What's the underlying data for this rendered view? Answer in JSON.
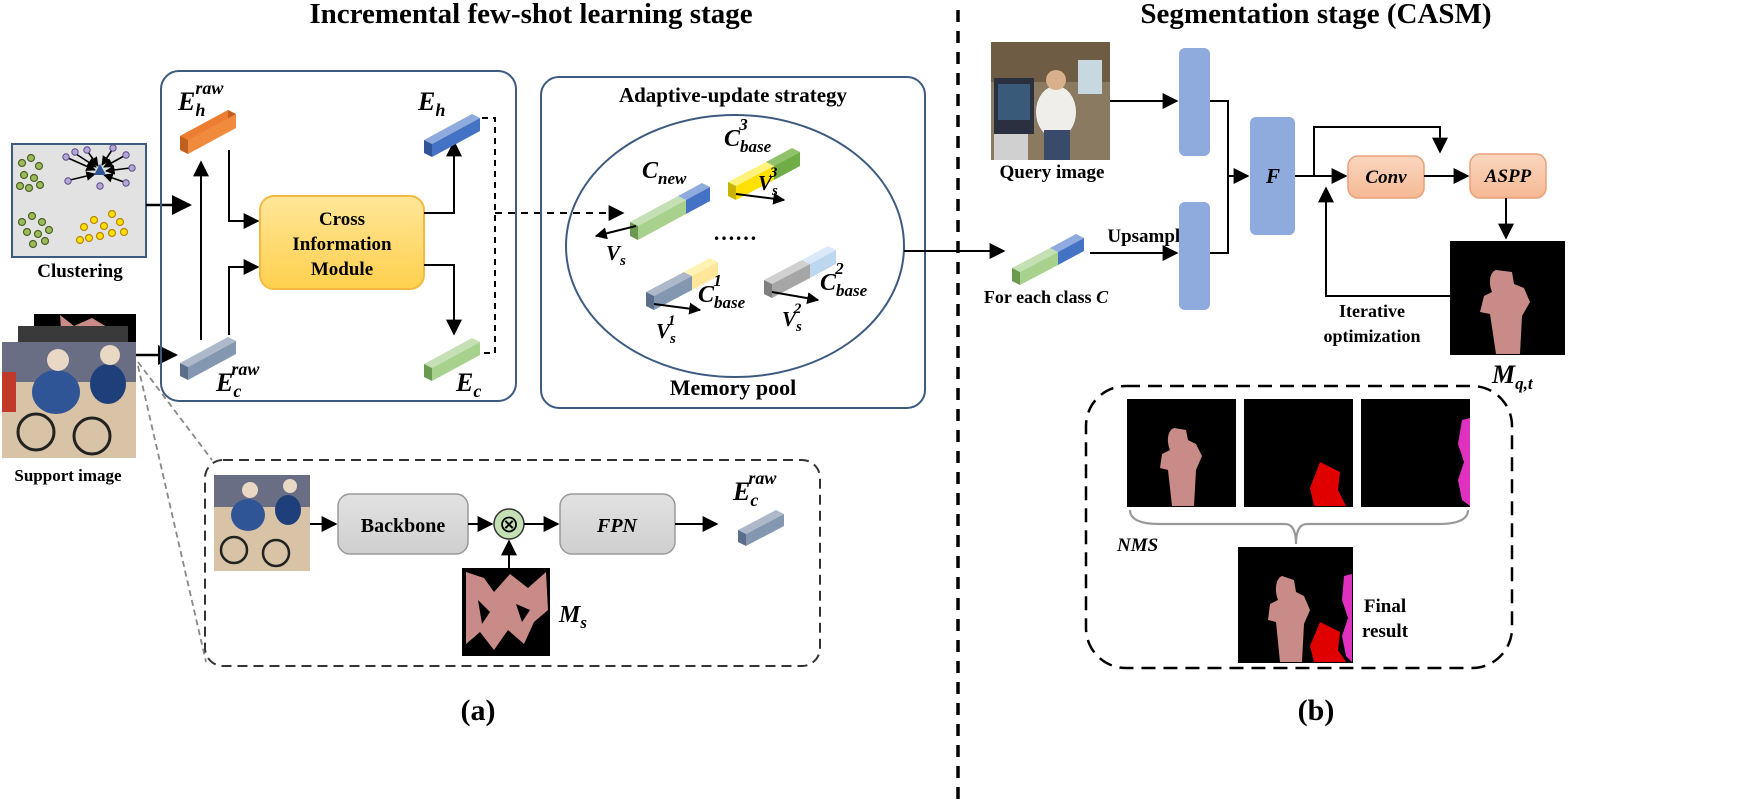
{
  "titles": {
    "left": "Incremental few-shot learning stage",
    "right": "Segmentation stage (CASM)"
  },
  "panel_labels": {
    "a": "(a)",
    "b": "(b)"
  },
  "left": {
    "clustering_label": "Clustering",
    "support_label": "Support image",
    "cim_line1": "Cross",
    "cim_line2": "Information",
    "cim_line3": "Module",
    "e_h_raw": {
      "base": "E",
      "sub": "h",
      "sup": "raw"
    },
    "e_c_raw": {
      "base": "E",
      "sub": "c",
      "sup": "raw"
    },
    "e_h": {
      "base": "E",
      "sub": "h"
    },
    "e_c": {
      "base": "E",
      "sub": "c"
    },
    "adaptive_title": "Adaptive-update strategy",
    "memory_pool": "Memory pool",
    "c_new": {
      "base": "C",
      "sub": "new"
    },
    "c_base1": {
      "base": "C",
      "sub": "base",
      "sup": "1"
    },
    "c_base2": {
      "base": "C",
      "sub": "base",
      "sup": "2"
    },
    "c_base3": {
      "base": "C",
      "sub": "base",
      "sup": "3"
    },
    "v_s": {
      "base": "V",
      "sub": "s"
    },
    "v_s1": {
      "base": "V",
      "sub": "s",
      "sup": "1"
    },
    "v_s2": {
      "base": "V",
      "sub": "s",
      "sup": "2"
    },
    "v_s3": {
      "base": "V",
      "sub": "s",
      "sup": "3"
    },
    "dots": "……",
    "backbone": "Backbone",
    "fpn": "FPN",
    "m_s": {
      "base": "M",
      "sub": "s"
    },
    "e_c_raw_bottom": {
      "base": "E",
      "sub": "c",
      "sup": "raw"
    },
    "otimes": "⊗"
  },
  "right": {
    "query_label": "Query image",
    "upsample": "Upsample",
    "for_each": "For each class ",
    "for_each_var": "C",
    "f_label": "F",
    "conv": "Conv",
    "aspp": "ASPP",
    "iter_line1": "Iterative",
    "iter_line2": "optimization",
    "m_qt": {
      "base": "M",
      "sub": "q,t"
    },
    "nms": "NMS",
    "final_line1": "Final",
    "final_line2": "result"
  },
  "colors": {
    "orange": "#f08a3c",
    "blue": "#4472c4",
    "steel": "#8497b0",
    "green": "#a9d18e",
    "yellow": "#ffe000",
    "cim_fill": "#ffd966",
    "cim_stroke": "#f4b942",
    "panel_stroke": "#3d5a80",
    "peach": "#f8cbad",
    "peach_stroke": "#e8a07a",
    "lightblue": "#8faadc",
    "mask_pink": "#c98b87",
    "mask_red": "#e00000",
    "mask_magenta": "#e030c0"
  }
}
